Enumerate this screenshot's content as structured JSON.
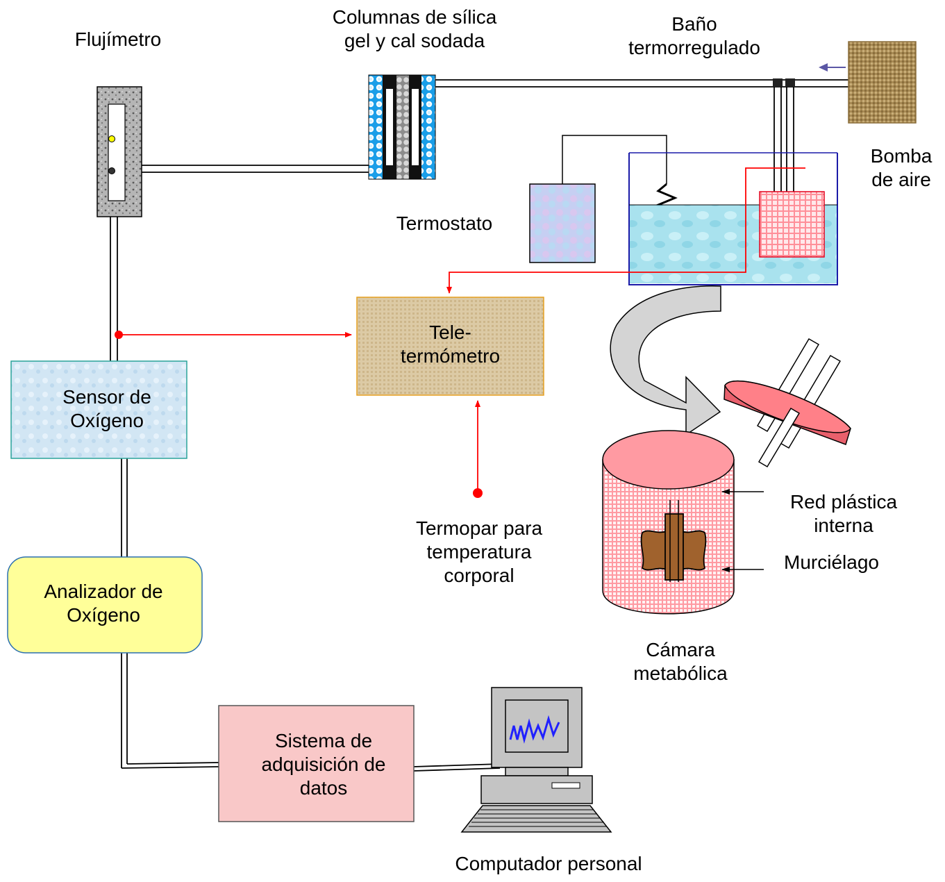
{
  "labels": {
    "flujimetro": "Flujímetro",
    "columnas": "Columnas de sílica\ngel y cal sodada",
    "bano": "Baño\ntermorregulado",
    "bomba": "Bomba\nde aire",
    "termostato": "Termostato",
    "teletermometro": "Tele-\ntermómetro",
    "sensor": "Sensor de\nOxígeno",
    "analizador": "Analizador de\nOxígeno",
    "termopar": "Termopar para\ntemperatura\ncorporal",
    "red_plastica": "Red plástica\ninterna",
    "murcielago": "Murciélago",
    "camara": "Cámara\nmetabólica",
    "sistema": "Sistema de\nadquisición de\ndatos",
    "computador": "Computador personal"
  },
  "colors": {
    "signal_line": "#ff0000",
    "flow_arrow": "#5b57a5",
    "sensor_fill": "#cfe3f2",
    "analizador_fill": "#ffff99",
    "sistema_fill": "#f9c8c8",
    "tele_fill": "#d9c9a8",
    "camara_fill": "#ff99a0",
    "water_fill": "#aee4f0",
    "bat_fill": "#a0622d"
  }
}
